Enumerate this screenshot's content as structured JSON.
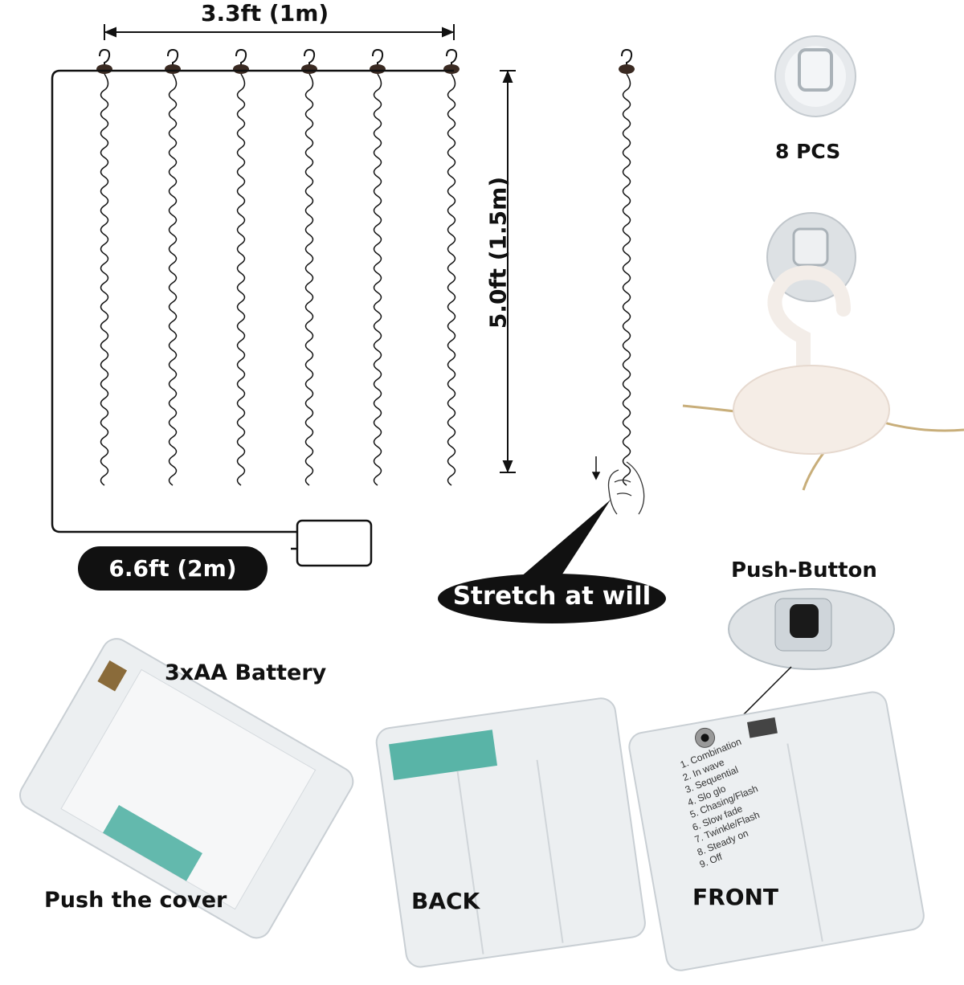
{
  "dimensions": {
    "width_label": "3.3ft (1m)",
    "height_label": "5.0ft (1.5m)",
    "lead_label": "6.6ft (2m)"
  },
  "callouts": {
    "stretch": "Stretch at will",
    "hooks_count": "8 PCS",
    "push_button": "Push-Button",
    "battery": "3xAA Battery",
    "push_cover": "Push the cover",
    "back": "BACK",
    "front": "FRONT"
  },
  "modes": [
    "1. Combination",
    "2. In wave",
    "3. Sequential",
    "4. Slo glo",
    "5. Chasing/Flash",
    "6. Slow fade",
    "7. Twinkle/Flash",
    "8. Steady on",
    "9. Off"
  ],
  "colors": {
    "ink": "#111111",
    "case": "#e9ecee",
    "board": "#3fa99a"
  }
}
